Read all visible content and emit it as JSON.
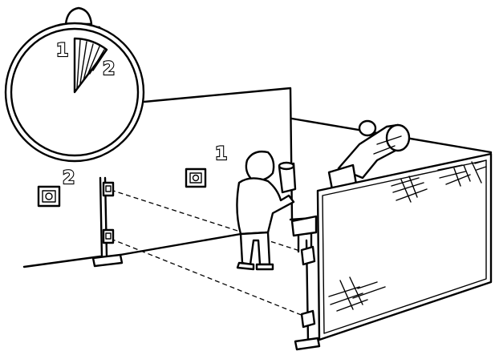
{
  "labels": {
    "stopwatch_mark_1": "1",
    "stopwatch_mark_2": "2",
    "switch_1": "1",
    "switch_2": "2"
  },
  "colors": {
    "ink": "#000000",
    "paper": "#ffffff"
  }
}
